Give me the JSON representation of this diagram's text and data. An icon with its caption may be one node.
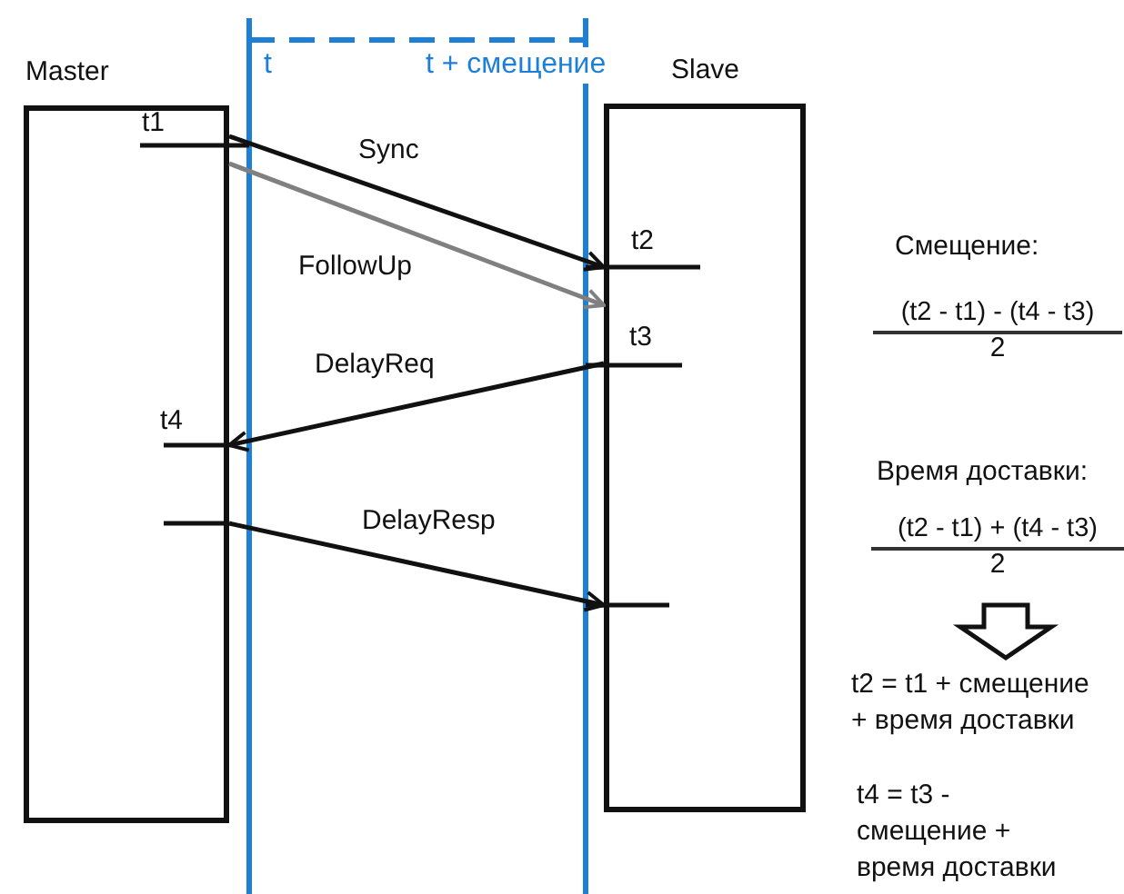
{
  "diagram": {
    "nodes": [
      {
        "text": [
          "Master"
        ]
      },
      {
        "text": [
          "Slave"
        ]
      }
    ],
    "edges": [
      {
        "from": 0,
        "to": 1,
        "arrow": "to",
        "label": "Sync"
      },
      {
        "from": 0,
        "to": 1,
        "arrow": "to",
        "label": "FollowUp",
        "color": "#808080"
      },
      {
        "from": 1,
        "to": 0,
        "arrow": "to",
        "label": "DelayReq"
      },
      {
        "from": 0,
        "to": 1,
        "arrow": "to",
        "label": "DelayResp"
      }
    ],
    "labels": [
      "t",
      "t + смещение",
      "t1",
      "t2",
      "t3",
      "t4",
      "Смещение:",
      "(t2 - t1) - (t4 - t3)",
      "2",
      "Время доставки:",
      "(t2 - t1) + (t4 - t3)",
      "2",
      "t2 = t1 + смещение + время доставки",
      "t4 = t3 - смещение + время доставки"
    ]
  }
}
